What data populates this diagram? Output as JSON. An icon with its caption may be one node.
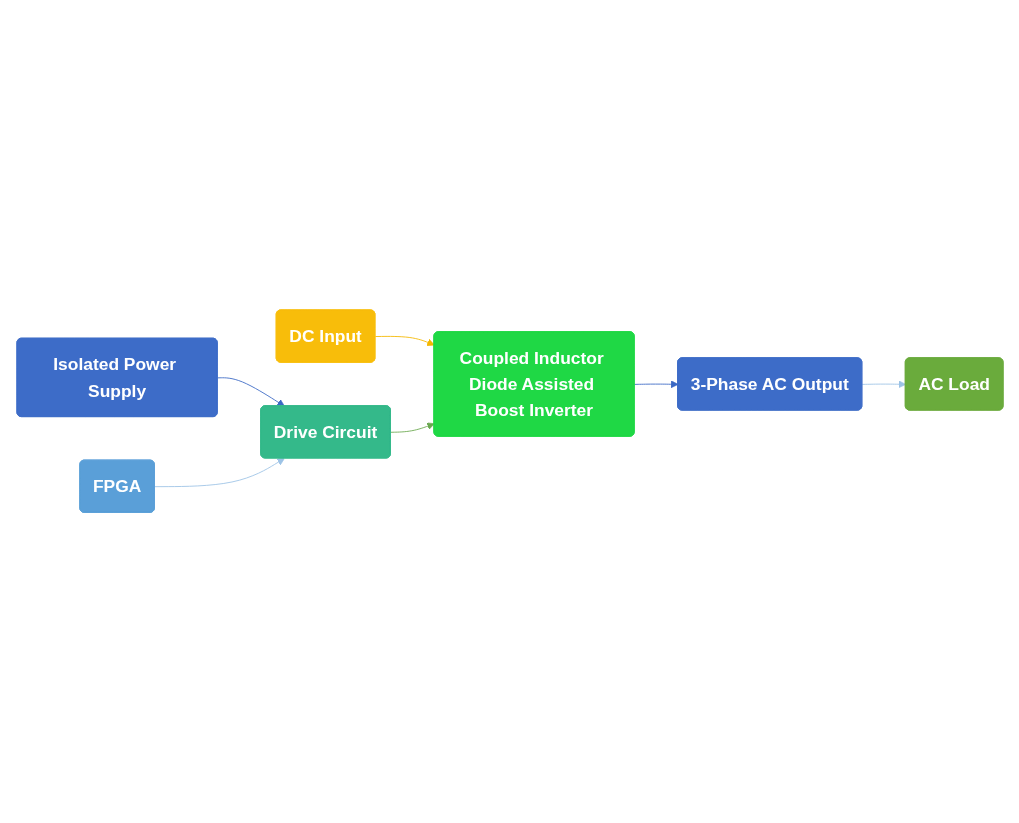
{
  "diagram": {
    "nodes": [
      {
        "text": [
          "DC Input"
        ]
      },
      {
        "text": [
          "Coupled Inductor Diode Assisted Boost Inverter"
        ]
      },
      {
        "text": [
          "3-Phase AC Output"
        ]
      },
      {
        "text": [
          "Isolated Power Supply"
        ]
      },
      {
        "text": [
          "Drive Circuit"
        ]
      },
      {
        "text": [
          "AC Load"
        ]
      },
      {
        "text": [
          "FPGA"
        ]
      }
    ],
    "edges": [
      {
        "from": 0,
        "to": 1,
        "arrow": "to",
        "color": "#f5b800"
      },
      {
        "from": 1,
        "to": 2,
        "arrow": "to",
        "color": "#3a68c4"
      },
      {
        "from": 2,
        "to": 5,
        "arrow": "to",
        "color": "#9dc3e6"
      },
      {
        "from": 3,
        "to": 4,
        "arrow": "to",
        "color": "#3a68c4"
      },
      {
        "from": 4,
        "to": 1,
        "arrow": "to",
        "color": "#6aa84f"
      },
      {
        "from": 6,
        "to": 4,
        "arrow": "to",
        "color": "#9dc3e6"
      }
    ]
  }
}
